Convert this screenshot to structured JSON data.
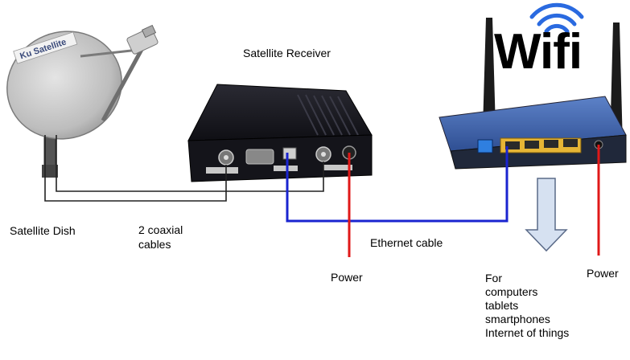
{
  "labels": {
    "receiver": "Satellite Receiver",
    "dish": "Satellite Dish",
    "coax_line1": "2 coaxial",
    "coax_line2": "cables",
    "ethernet": "Ethernet cable",
    "power_receiver": "Power",
    "power_router": "Power",
    "wifi_logo": "Wifi",
    "dish_brand": "Ku Satellite"
  },
  "devices_title": "For",
  "devices": [
    "computers",
    "tablets",
    "smartphones",
    "Internet of things"
  ],
  "colors": {
    "coax": "#222222",
    "ethernet": "#1a24d0",
    "power": "#e01818",
    "arrow_fill": "#d6e1f1",
    "arrow_stroke": "#5a6a88",
    "router_blue": "#3c63b0",
    "receiver_body": "#15151b"
  },
  "icons": [
    "satellite-dish-icon",
    "satellite-receiver-icon",
    "wifi-router-icon",
    "wifi-signal-icon",
    "down-arrow-icon"
  ]
}
